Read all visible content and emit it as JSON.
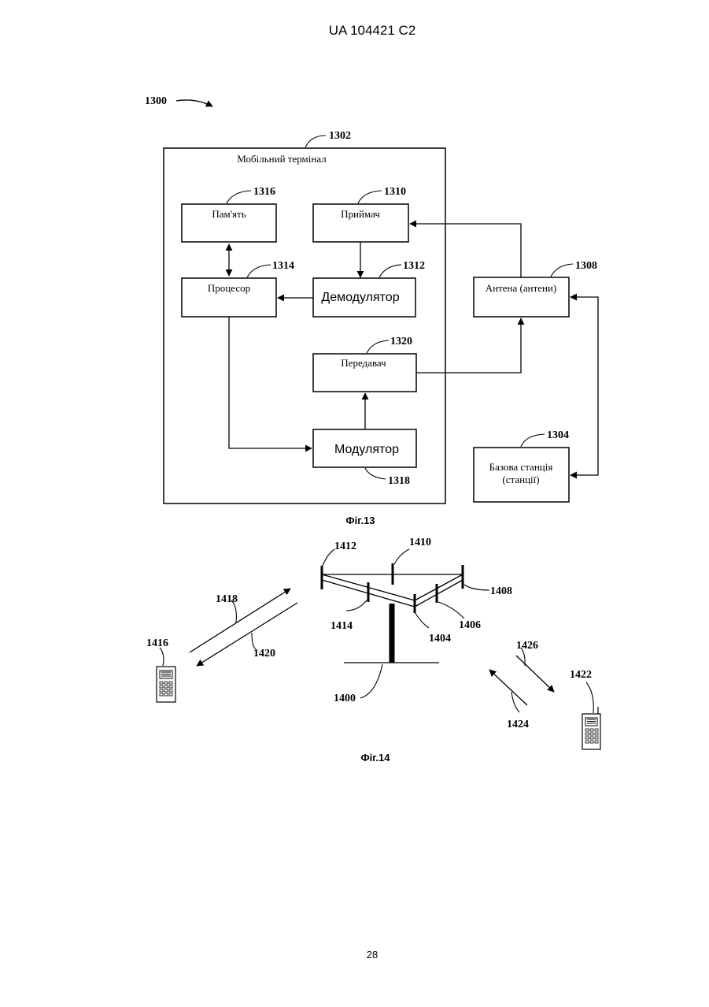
{
  "header": {
    "patent_number": "UA   104421   C2"
  },
  "page_number": "28",
  "fig13": {
    "caption": "Фіг.13",
    "ref_system": "1300",
    "terminal": {
      "ref": "1302",
      "label": "Мобільний термінал"
    },
    "memory": {
      "ref": "1316",
      "label": "Пам'ять"
    },
    "receiver": {
      "ref": "1310",
      "label": "Приймач"
    },
    "processor": {
      "ref": "1314",
      "label": "Процесор"
    },
    "demodulator": {
      "ref": "1312",
      "label": "Демодулятор"
    },
    "antenna": {
      "ref": "1308",
      "label": "Антена (антени)"
    },
    "transmitter": {
      "ref": "1320",
      "label": "Передавач"
    },
    "modulator": {
      "ref": "1318",
      "label": "Модулятор"
    },
    "base_station": {
      "ref": "1304",
      "label_line1": "Базова станція",
      "label_line2": "(станції)"
    }
  },
  "fig14": {
    "caption": "Фіг.14",
    "refs": {
      "r1400": "1400",
      "r1404": "1404",
      "r1406": "1406",
      "r1408": "1408",
      "r1410": "1410",
      "r1412": "1412",
      "r1414": "1414",
      "r1416": "1416",
      "r1418": "1418",
      "r1420": "1420",
      "r1422": "1422",
      "r1424": "1424",
      "r1426": "1426"
    }
  }
}
